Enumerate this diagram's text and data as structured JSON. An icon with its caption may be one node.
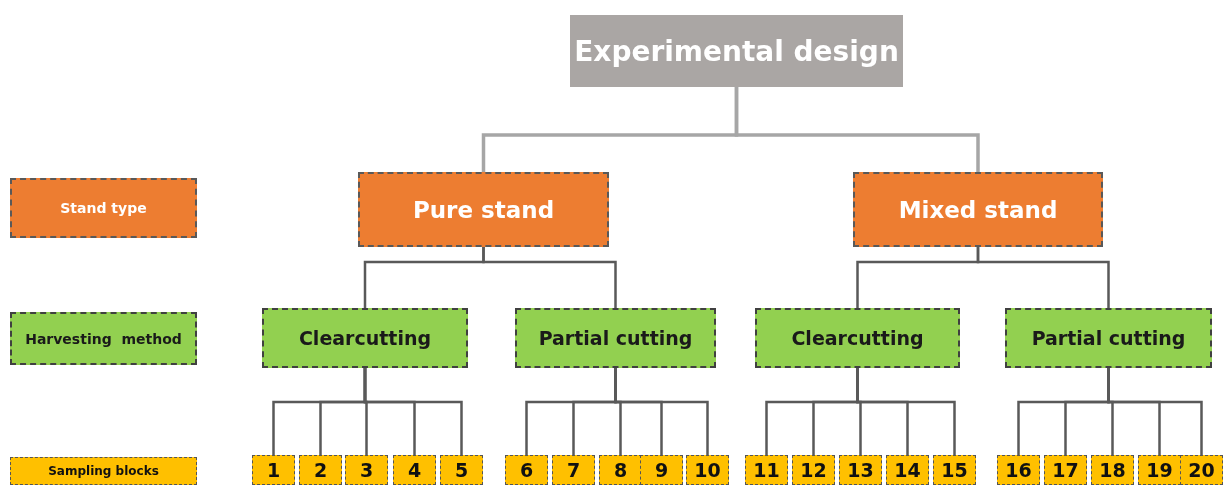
{
  "diagram": {
    "nodes": [
      {
        "text": [
          "Experimental design"
        ]
      },
      {
        "text": [
          "Stand type"
        ]
      },
      {
        "text": [
          "Pure stand"
        ]
      },
      {
        "text": [
          "Mixed stand"
        ]
      },
      {
        "text": [
          "Harvesting  method"
        ]
      },
      {
        "text": [
          "Clearcutting"
        ]
      },
      {
        "text": [
          "Partial cutting"
        ]
      },
      {
        "text": [
          "Clearcutting"
        ]
      },
      {
        "text": [
          "Partial cutting"
        ]
      },
      {
        "text": [
          "Sampling blocks"
        ]
      },
      {
        "text": [
          "1"
        ]
      },
      {
        "text": [
          "2"
        ]
      },
      {
        "text": [
          "3"
        ]
      },
      {
        "text": [
          "4"
        ]
      },
      {
        "text": [
          "5"
        ]
      },
      {
        "text": [
          "6"
        ]
      },
      {
        "text": [
          "7"
        ]
      },
      {
        "text": [
          "8"
        ]
      },
      {
        "text": [
          "9"
        ]
      },
      {
        "text": [
          "10"
        ]
      },
      {
        "text": [
          "11"
        ]
      },
      {
        "text": [
          "12"
        ]
      },
      {
        "text": [
          "13"
        ]
      },
      {
        "text": [
          "14"
        ]
      },
      {
        "text": [
          "15"
        ]
      },
      {
        "text": [
          "16"
        ]
      },
      {
        "text": [
          "17"
        ]
      },
      {
        "text": [
          "18"
        ]
      },
      {
        "text": [
          "19"
        ]
      },
      {
        "text": [
          "20"
        ]
      }
    ],
    "edges": [
      {
        "from": 0,
        "to": 2,
        "arrow": "none",
        "color": "#a6a6a6"
      },
      {
        "from": 0,
        "to": 3,
        "arrow": "none",
        "color": "#a6a6a6"
      },
      {
        "from": 2,
        "to": 5,
        "arrow": "none"
      },
      {
        "from": 2,
        "to": 6,
        "arrow": "none"
      },
      {
        "from": 3,
        "to": 7,
        "arrow": "none"
      },
      {
        "from": 3,
        "to": 8,
        "arrow": "none"
      },
      {
        "from": 5,
        "to": 10,
        "arrow": "none"
      },
      {
        "from": 5,
        "to": 11,
        "arrow": "none"
      },
      {
        "from": 5,
        "to": 12,
        "arrow": "none"
      },
      {
        "from": 5,
        "to": 13,
        "arrow": "none"
      },
      {
        "from": 5,
        "to": 14,
        "arrow": "none"
      },
      {
        "from": 6,
        "to": 15,
        "arrow": "none"
      },
      {
        "from": 6,
        "to": 16,
        "arrow": "none"
      },
      {
        "from": 6,
        "to": 17,
        "arrow": "none"
      },
      {
        "from": 6,
        "to": 18,
        "arrow": "none"
      },
      {
        "from": 6,
        "to": 19,
        "arrow": "none"
      },
      {
        "from": 7,
        "to": 20,
        "arrow": "none"
      },
      {
        "from": 7,
        "to": 21,
        "arrow": "none"
      },
      {
        "from": 7,
        "to": 22,
        "arrow": "none"
      },
      {
        "from": 7,
        "to": 23,
        "arrow": "none"
      },
      {
        "from": 7,
        "to": 24,
        "arrow": "none"
      },
      {
        "from": 8,
        "to": 25,
        "arrow": "none"
      },
      {
        "from": 8,
        "to": 26,
        "arrow": "none"
      },
      {
        "from": 8,
        "to": 27,
        "arrow": "none"
      },
      {
        "from": 8,
        "to": 28,
        "arrow": "none"
      },
      {
        "from": 8,
        "to": 29,
        "arrow": "none"
      }
    ]
  }
}
